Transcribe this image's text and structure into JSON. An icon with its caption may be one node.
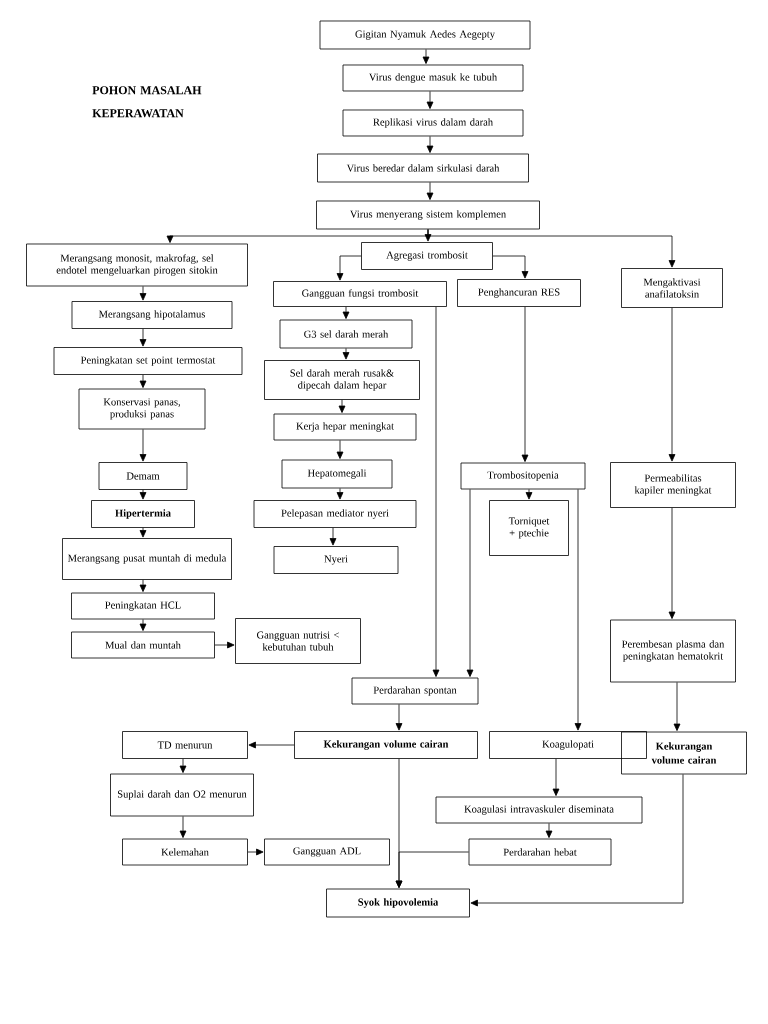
{
  "diagram": {
    "title": "POHON MASALAH KEPERAWATAN",
    "nodes": [
      {
        "text": [
          "Gigitan Nyamuk  Aedes Aegepty"
        ]
      },
      {
        "text": [
          "Virus dengue masuk ke tubuh"
        ]
      },
      {
        "text": [
          "Replikasi virus dalam darah"
        ]
      },
      {
        "text": [
          "Virus beredar dalam sirkulasi darah"
        ]
      },
      {
        "text": [
          "Virus menyerang sistem komplemen"
        ]
      },
      {
        "text": [
          "Merangsang monosit, makrofag, sel endotel mengeluarkan pirogen sitokin"
        ]
      },
      {
        "text": [
          "Agregasi trombosit"
        ]
      },
      {
        "text": [
          "Gangguan fungsi trombosit"
        ]
      },
      {
        "text": [
          "Penghancuran RES"
        ]
      },
      {
        "text": [
          "Mengaktivasi anafilatoksin"
        ]
      },
      {
        "text": [
          "Merangsang hipotalamus"
        ]
      },
      {
        "text": [
          "G3 sel darah merah"
        ]
      },
      {
        "text": [
          "Peningkatan set point termostat"
        ]
      },
      {
        "text": [
          "Sel darah merah rusak& dipecah dalam hepar"
        ]
      },
      {
        "text": [
          "Konservasi panas, produksi panas"
        ]
      },
      {
        "text": [
          "Kerja hepar meningkat"
        ]
      },
      {
        "text": [
          "Hepatomegali"
        ]
      },
      {
        "text": [
          "Demam"
        ]
      },
      {
        "text": [
          "Trombositopenia"
        ]
      },
      {
        "text": [
          "Permeabilitas kapiler meningkat"
        ]
      },
      {
        "text": [
          "Hipertermia"
        ]
      },
      {
        "text": [
          "Pelepasan mediator nyeri"
        ]
      },
      {
        "text": [
          "Torniquet + ptechie"
        ]
      },
      {
        "text": [
          "Merangsang pusat muntah di medula"
        ]
      },
      {
        "text": [
          "Nyeri"
        ]
      },
      {
        "text": [
          "Peningkatan HCL"
        ]
      },
      {
        "text": [
          "Gangguan nutrisi < kebutuhan tubuh"
        ]
      },
      {
        "text": [
          "Mual dan muntah"
        ]
      },
      {
        "text": [
          "Perembesan plasma dan peningkatan hematokrit"
        ]
      },
      {
        "text": [
          "Perdarahan spontan"
        ]
      },
      {
        "text": [
          "TD menurun"
        ]
      },
      {
        "text": [
          "Kekurangan volume cairan"
        ]
      },
      {
        "text": [
          "Koagulopati"
        ]
      },
      {
        "text": [
          "Kekurangan volume cairan"
        ]
      },
      {
        "text": [
          "Suplai darah dan O2 menurun"
        ]
      },
      {
        "text": [
          "Koagulasi intravaskuler diseminata"
        ]
      },
      {
        "text": [
          "Kelemahan"
        ]
      },
      {
        "text": [
          "Gangguan ADL"
        ]
      },
      {
        "text": [
          "Perdarahan hebat"
        ]
      },
      {
        "text": [
          "Syok hipovolemia"
        ]
      }
    ],
    "edges": [
      {
        "from": 0,
        "to": 1,
        "arrow": "to"
      },
      {
        "from": 1,
        "to": 2,
        "arrow": "to"
      },
      {
        "from": 2,
        "to": 3,
        "arrow": "to"
      },
      {
        "from": 3,
        "to": 4,
        "arrow": "to"
      },
      {
        "from": 4,
        "to": 5,
        "arrow": "to"
      },
      {
        "from": 4,
        "to": 6,
        "arrow": "to"
      },
      {
        "from": 4,
        "to": 9,
        "arrow": "to"
      },
      {
        "from": 6,
        "to": 7,
        "arrow": "to"
      },
      {
        "from": 6,
        "to": 8,
        "arrow": "to"
      },
      {
        "from": 5,
        "to": 10,
        "arrow": "to"
      },
      {
        "from": 10,
        "to": 12,
        "arrow": "to"
      },
      {
        "from": 12,
        "to": 14,
        "arrow": "to"
      },
      {
        "from": 14,
        "to": 17,
        "arrow": "to"
      },
      {
        "from": 17,
        "to": 20,
        "arrow": "to"
      },
      {
        "from": 20,
        "to": 23,
        "arrow": "to"
      },
      {
        "from": 23,
        "to": 25,
        "arrow": "to"
      },
      {
        "from": 25,
        "to": 27,
        "arrow": "to"
      },
      {
        "from": 27,
        "to": 26,
        "arrow": "to"
      },
      {
        "from": 7,
        "to": 11,
        "arrow": "to"
      },
      {
        "from": 11,
        "to": 13,
        "arrow": "to"
      },
      {
        "from": 13,
        "to": 15,
        "arrow": "to"
      },
      {
        "from": 15,
        "to": 16,
        "arrow": "to"
      },
      {
        "from": 16,
        "to": 21,
        "arrow": "to"
      },
      {
        "from": 21,
        "to": 24,
        "arrow": "to"
      },
      {
        "from": 7,
        "to": 29,
        "arrow": "to"
      },
      {
        "from": 8,
        "to": 18,
        "arrow": "to"
      },
      {
        "from": 18,
        "to": 22,
        "arrow": "to"
      },
      {
        "from": 18,
        "to": 29,
        "arrow": "to"
      },
      {
        "from": 18,
        "to": 32,
        "arrow": "to"
      },
      {
        "from": 9,
        "to": 19,
        "arrow": "to"
      },
      {
        "from": 19,
        "to": 28,
        "arrow": "to"
      },
      {
        "from": 28,
        "to": 33,
        "arrow": "to"
      },
      {
        "from": 29,
        "to": 31,
        "arrow": "to"
      },
      {
        "from": 31,
        "to": 30,
        "arrow": "to"
      },
      {
        "from": 31,
        "to": 39,
        "arrow": "to"
      },
      {
        "from": 30,
        "to": 34,
        "arrow": "to"
      },
      {
        "from": 34,
        "to": 36,
        "arrow": "to"
      },
      {
        "from": 36,
        "to": 37,
        "arrow": "to"
      },
      {
        "from": 32,
        "to": 35,
        "arrow": "to"
      },
      {
        "from": 35,
        "to": 38,
        "arrow": "to"
      },
      {
        "from": 38,
        "to": 39,
        "arrow": "to"
      },
      {
        "from": 33,
        "to": 39,
        "arrow": "to"
      }
    ]
  }
}
